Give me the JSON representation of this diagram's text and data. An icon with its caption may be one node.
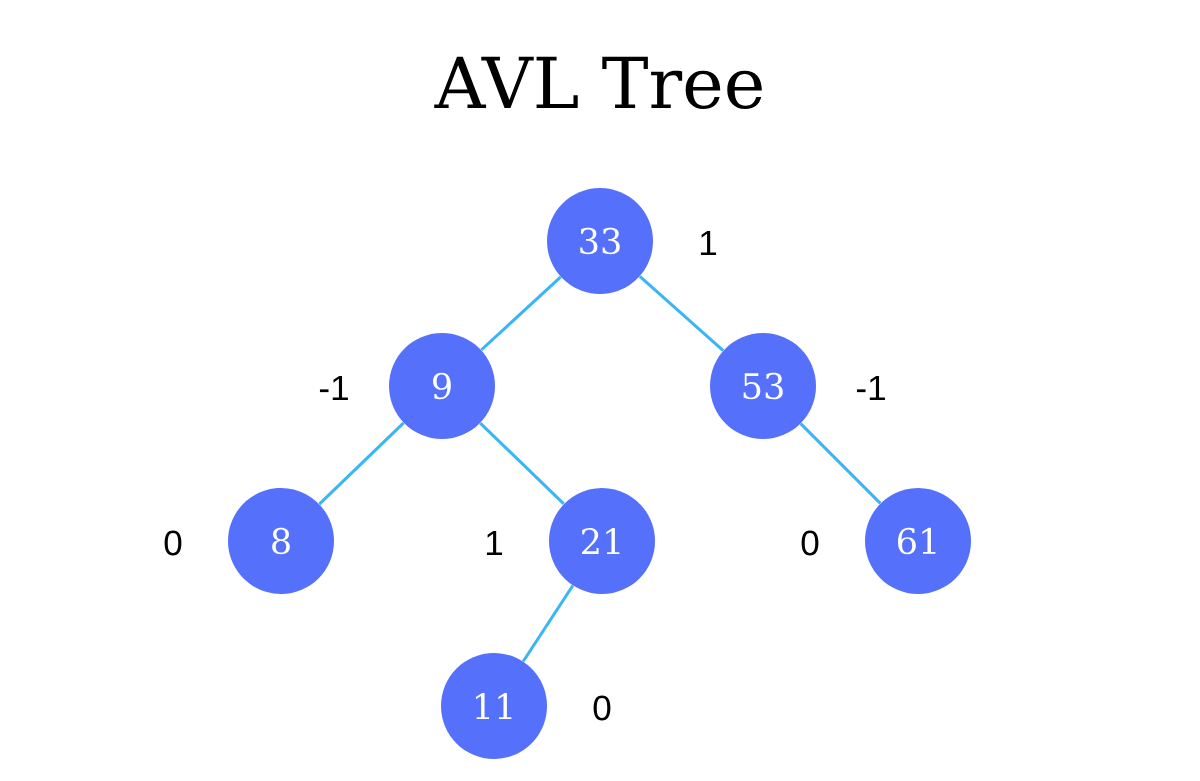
{
  "diagram": {
    "title": "AVL Tree",
    "nodes": [
      {
        "text": [
          "33"
        ],
        "beside": [
          "1"
        ]
      },
      {
        "text": [
          "9"
        ],
        "beside": [
          "-1"
        ]
      },
      {
        "text": [
          "53"
        ],
        "beside": [
          "-1"
        ]
      },
      {
        "text": [
          "8"
        ],
        "beside": [
          "0"
        ]
      },
      {
        "text": [
          "21"
        ],
        "beside": [
          "1"
        ]
      },
      {
        "text": [
          "61"
        ],
        "beside": [
          "0"
        ]
      },
      {
        "text": [
          "11"
        ],
        "beside": [
          "0"
        ]
      }
    ],
    "edges": [
      {
        "from": 0,
        "to": 1,
        "arrow": "none"
      },
      {
        "from": 0,
        "to": 2,
        "arrow": "none"
      },
      {
        "from": 1,
        "to": 3,
        "arrow": "none"
      },
      {
        "from": 1,
        "to": 4,
        "arrow": "none"
      },
      {
        "from": 2,
        "to": 5,
        "arrow": "none"
      },
      {
        "from": 4,
        "to": 6,
        "arrow": "none"
      }
    ]
  }
}
